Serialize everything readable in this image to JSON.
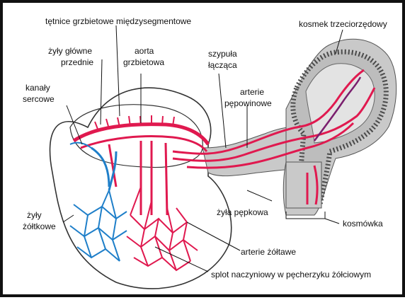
{
  "labels": {
    "tetnice": "tętnice grzbietowe międzysegmentowe",
    "kosmek": "kosmek trzeciorzędowy",
    "zyly_glowne_1": "żyły główne",
    "zyly_glowne_2": "przednie",
    "aorta_1": "aorta",
    "aorta_2": "grzbietowa",
    "szypula_1": "szypuła",
    "szypula_2": "łącząca",
    "kanaly_1": "kanały",
    "kanaly_2": "sercowe",
    "arterie_pep_1": "arterie",
    "arterie_pep_2": "pępowinowe",
    "zyly_zolt_1": "żyły",
    "zyly_zolt_2": "żółtkowe",
    "zyla_pepkowa": "żyła pępkowa",
    "kosmowka": "kosmówka",
    "arterie_zoltawe": "arterie żółtawe",
    "splot": "splot naczyniowy w pęcherzyku żółciowym"
  },
  "colors": {
    "artery": "#e0194f",
    "vein": "#1f7fc9",
    "tissue": "#c9c9c9",
    "villus": "#5a5a5a",
    "outline": "#333333",
    "purple": "#7a1f6e"
  }
}
